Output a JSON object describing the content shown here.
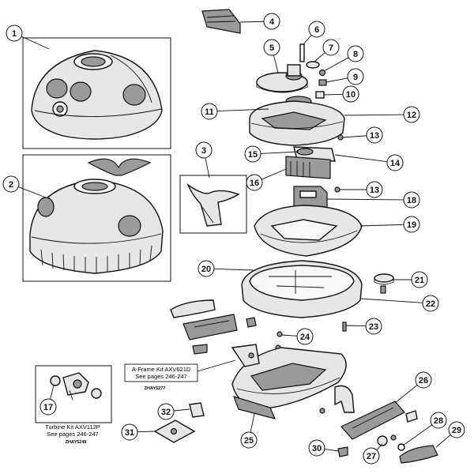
{
  "callouts": [
    "1",
    "2",
    "3",
    "4",
    "5",
    "6",
    "7",
    "8",
    "9",
    "10",
    "11",
    "12",
    "13",
    "14",
    "15",
    "16",
    "13",
    "18",
    "19",
    "20",
    "21",
    "22",
    "23",
    "24",
    "17",
    "26",
    "32",
    "31",
    "25",
    "28",
    "29",
    "30",
    "27"
  ],
  "notes": {
    "aframe": {
      "line1": "A-Frame Kit AXV621D",
      "line2": "See pages 246-247",
      "code": "ZHAY5277"
    },
    "turbine": {
      "line1": "Turbine Kit AXV112P",
      "line2": "See pages 246-247",
      "code": "ZHAY5249"
    }
  },
  "colors": {
    "line": "#111111",
    "fill": "#e6e6e6",
    "dark": "#9a9a9a",
    "paper": "#ffffff"
  }
}
